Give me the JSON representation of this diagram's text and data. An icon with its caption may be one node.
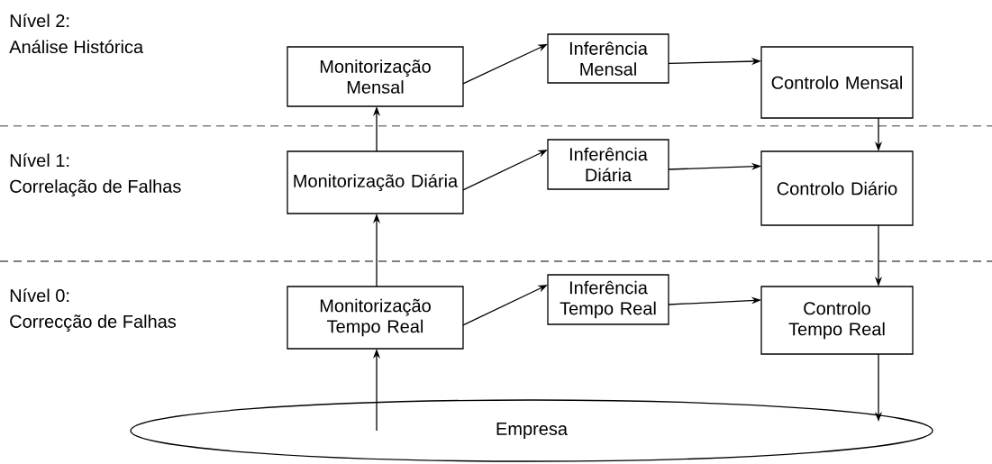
{
  "diagram": {
    "nodes": [
      {
        "text": [
          "Monitorização Mensal"
        ]
      },
      {
        "text": [
          "Inferência Mensal"
        ]
      },
      {
        "text": [
          "Controlo Mensal"
        ]
      },
      {
        "text": [
          "Monitorização Diária"
        ]
      },
      {
        "text": [
          "Inferência Diária"
        ]
      },
      {
        "text": [
          "Controlo Diário"
        ]
      },
      {
        "text": [
          "Monitorização Tempo Real"
        ]
      },
      {
        "text": [
          "Inferência Tempo Real"
        ]
      },
      {
        "text": [
          "Controlo Tempo Real"
        ]
      },
      {
        "text": [
          "Empresa"
        ]
      }
    ],
    "edges": [
      {
        "from": 0,
        "to": 1,
        "arrow": "to"
      },
      {
        "from": 1,
        "to": 2,
        "arrow": "to"
      },
      {
        "from": 3,
        "to": 0,
        "arrow": "to"
      },
      {
        "from": 2,
        "to": 5,
        "arrow": "to"
      },
      {
        "from": 3,
        "to": 4,
        "arrow": "to"
      },
      {
        "from": 4,
        "to": 5,
        "arrow": "to"
      },
      {
        "from": 6,
        "to": 3,
        "arrow": "to"
      },
      {
        "from": 5,
        "to": 8,
        "arrow": "to"
      },
      {
        "from": 6,
        "to": 7,
        "arrow": "to"
      },
      {
        "from": 7,
        "to": 8,
        "arrow": "to"
      },
      {
        "from": 9,
        "to": 6,
        "arrow": "to"
      },
      {
        "from": 8,
        "to": 9,
        "arrow": "to"
      }
    ],
    "labels": [
      "Nível 2:",
      "Análise Histórica",
      "Nível 1:",
      "Correlação de Falhas",
      "Nível 0:",
      "Correcção de Falhas"
    ]
  }
}
